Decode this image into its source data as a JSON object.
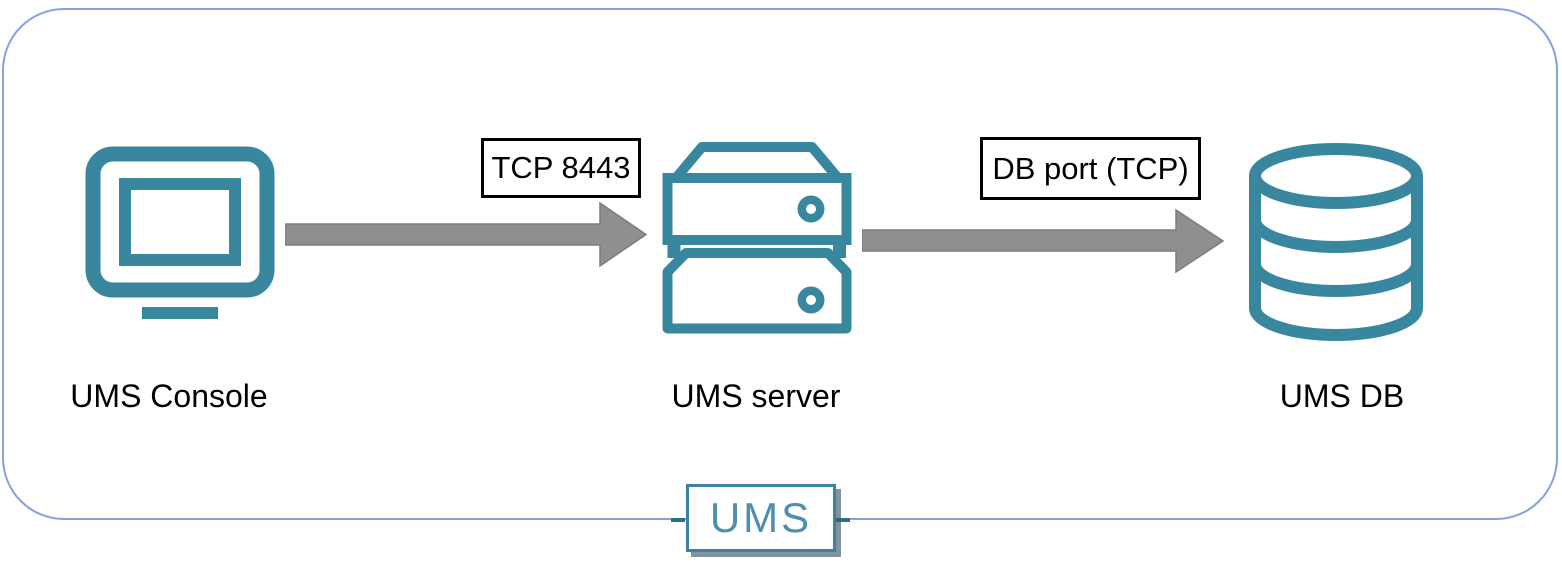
{
  "diagram": {
    "nodes": [
      {
        "id": "console",
        "label": "UMS Console",
        "icon": "monitor-icon"
      },
      {
        "id": "server",
        "label": "UMS server",
        "icon": "server-icon"
      },
      {
        "id": "db",
        "label": "UMS DB",
        "icon": "database-icon"
      }
    ],
    "connections": [
      {
        "from": "console",
        "to": "server",
        "label": "TCP 8443"
      },
      {
        "from": "server",
        "to": "db",
        "label": "DB port (TCP)"
      }
    ],
    "badge": {
      "label": "UMS"
    }
  },
  "colors": {
    "icon_teal": "#38879F",
    "arrow_gray": "#8F8F8F",
    "arrow_edge": "#7D7D7D",
    "frame_blue": "#84A3DD",
    "badge_border": "#3C82A4",
    "badge_text": "#4D8FB0",
    "label_black": "#000000"
  }
}
